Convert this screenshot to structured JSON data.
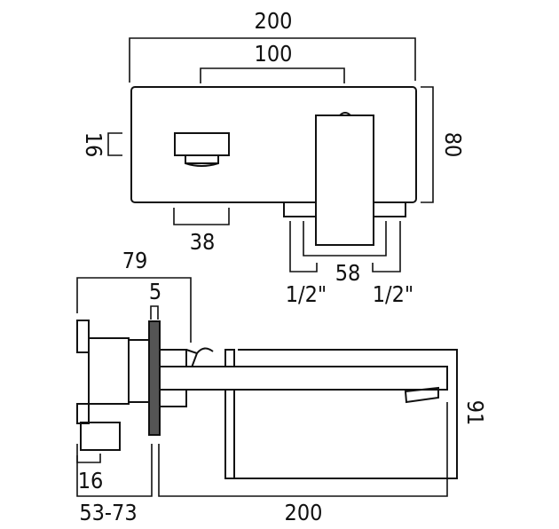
{
  "title": "Wall-mounted basin mixer dimension drawing",
  "colors": {
    "line": "#111111",
    "background": "#ffffff"
  },
  "front_view": {
    "overall_width": "200",
    "spout_centres": "100",
    "height": "80",
    "handle_offset": "16",
    "handle_width": "38",
    "inlet_centres": "58",
    "inlet_left": "1/2\"",
    "inlet_right": "1/2\""
  },
  "side_view": {
    "body_depth": "79",
    "plate_thickness": "5",
    "handle_depth": "16",
    "wall_depth_range": "53-73",
    "spout_projection": "200",
    "spout_height": "91"
  }
}
